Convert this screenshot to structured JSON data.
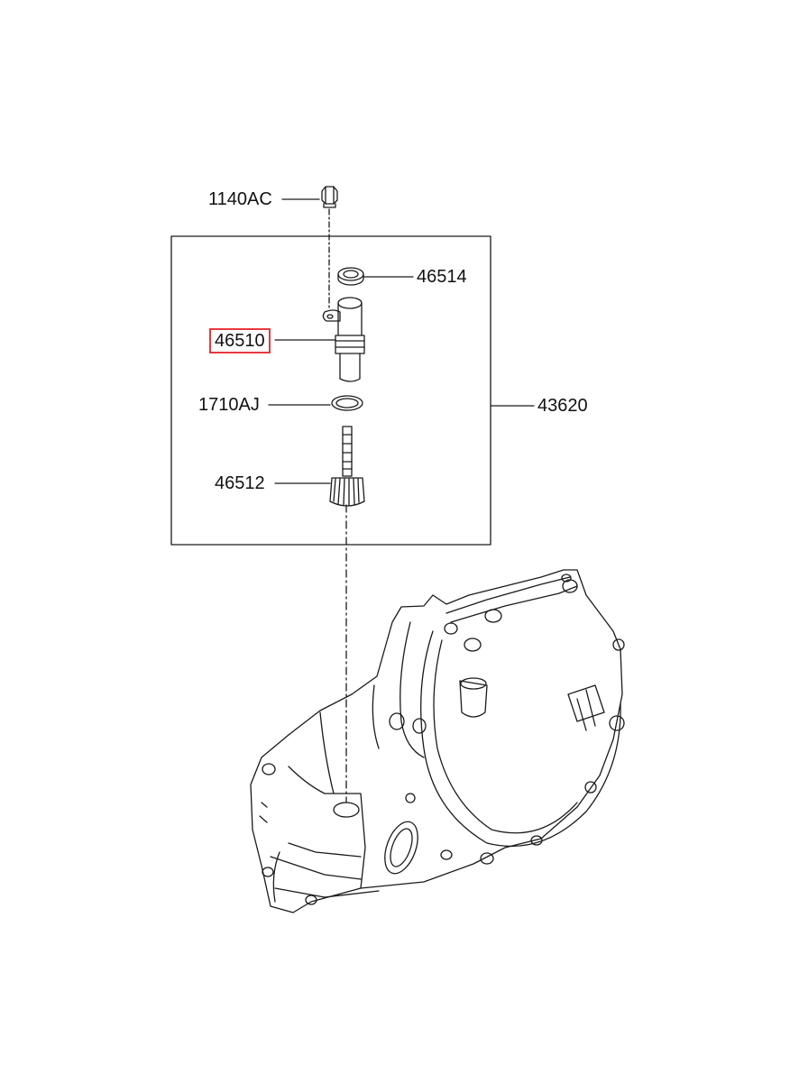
{
  "callouts": {
    "bolt": "1140AC",
    "oil_seal": "46514",
    "sleeve": "46510",
    "o_ring": "1710AJ",
    "assembly": "43620",
    "driven_gear": "46512"
  },
  "colors": {
    "line": "#1a1a1a",
    "highlight": "#e8383d"
  }
}
